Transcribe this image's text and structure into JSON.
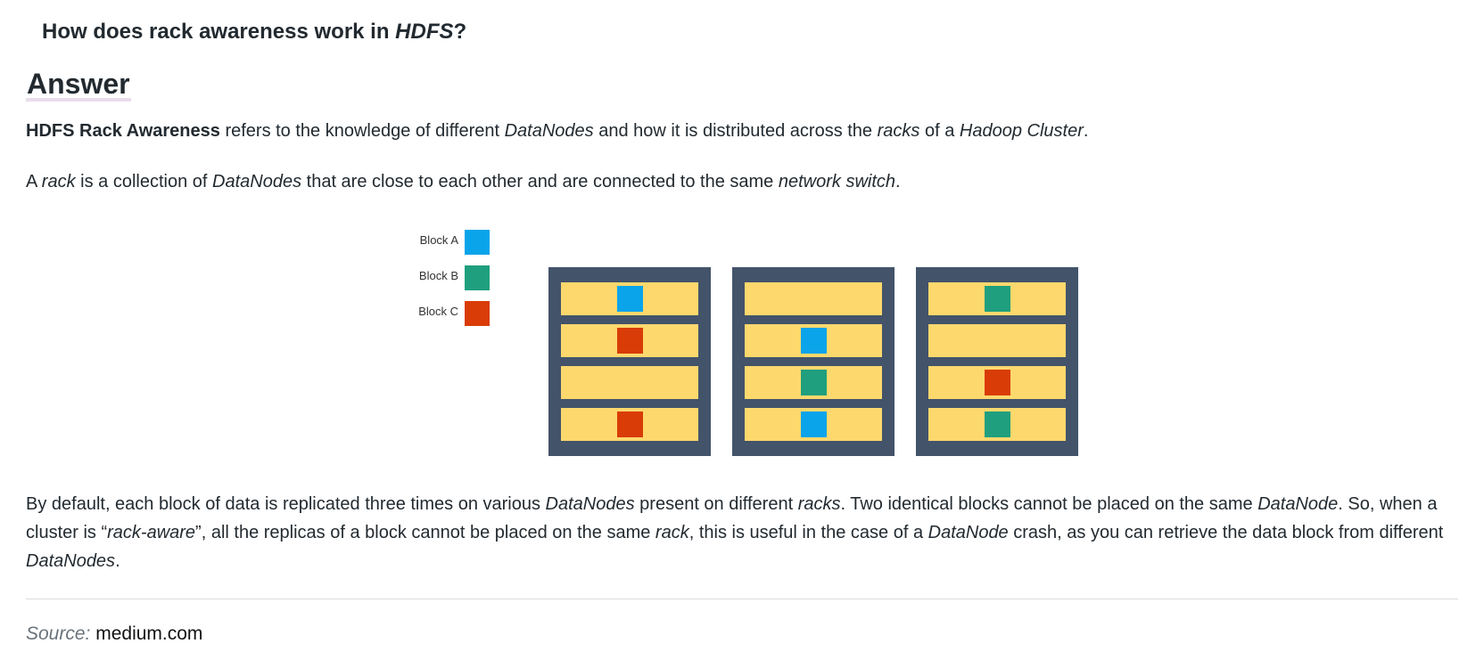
{
  "question": {
    "prefix": "How does rack awareness work in ",
    "term": "HDFS",
    "suffix": "?"
  },
  "answer_title": "Answer",
  "paragraph1": {
    "bold": "HDFS Rack Awareness",
    "t1": " refers to the knowledge of different ",
    "i1": "DataNodes",
    "t2": " and how it is distributed across the ",
    "i2": "racks",
    "t3": " of a ",
    "i3": "Hadoop Cluster",
    "t4": "."
  },
  "paragraph2": {
    "t1": "A ",
    "i1": "rack",
    "t2": " is a collection of ",
    "i2": "DataNodes",
    "t3": " that are close to each other and are connected to the same ",
    "i3": "network switch",
    "t4": "."
  },
  "figure": {
    "legend": [
      {
        "label": "Block A",
        "color": "#0aa4ea"
      },
      {
        "label": "Block B",
        "color": "#1f9f7d"
      },
      {
        "label": "Block C",
        "color": "#d93c06"
      }
    ],
    "rack_color": "#43536a",
    "slot_color": "#fdd86d",
    "racks": [
      [
        "Block A",
        "Block C",
        "",
        "Block C"
      ],
      [
        "",
        "Block A",
        "Block B",
        "Block A"
      ],
      [
        "Block B",
        "",
        "Block C",
        "Block B"
      ]
    ]
  },
  "paragraph3": {
    "t1": "By default, each block of data is replicated three times on various ",
    "i1": "DataNodes",
    "t2": " present on different ",
    "i2": "racks",
    "t3": ". Two identical blocks cannot be placed on the same ",
    "i3": "DataNode",
    "t4": ". So, when a cluster is “",
    "i4": "rack-aware",
    "t5": "”, all the replicas of a block cannot be placed on the same ",
    "i5": "rack",
    "t6": ", this is useful in the case of a ",
    "i6": "DataNode",
    "t7": " crash, as you can retrieve the data block from different ",
    "i7": "DataNodes",
    "t8": "."
  },
  "source": {
    "label": "Source:",
    "value": "medium.com"
  }
}
